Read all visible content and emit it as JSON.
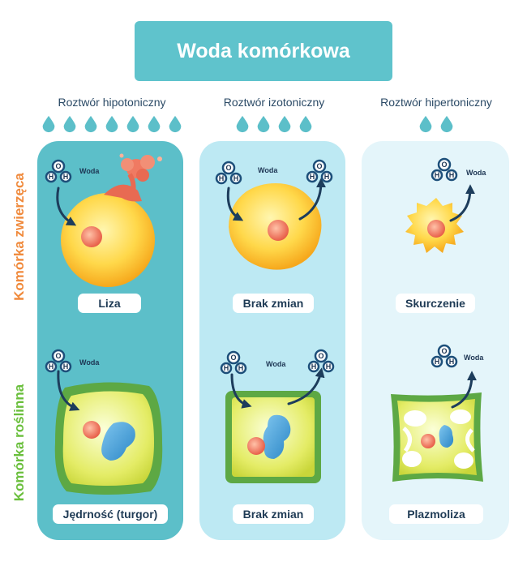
{
  "title": "Woda komórkowa",
  "columns": [
    {
      "heading": "Roztwór hipotoniczny",
      "drops": 7,
      "animal_label": "Liza",
      "plant_label": "Jędrność (turgor)"
    },
    {
      "heading": "Roztwór izotoniczny",
      "drops": 4,
      "animal_label": "Brak zmian",
      "plant_label": "Brak zmian"
    },
    {
      "heading": "Roztwór hipertoniczny",
      "drops": 2,
      "animal_label": "Skurczenie",
      "plant_label": "Plazmoliza"
    }
  ],
  "rows": {
    "animal": "Komórka zwierzęca",
    "plant": "Komórka roślinna"
  },
  "molecule": {
    "label": "Woda",
    "oxygen": "O",
    "hydrogen": "H"
  },
  "colors": {
    "title_bg": "#5fc3cc",
    "panel_hypotonic": "#5cbfc9",
    "panel_isotonic": "#bde9f3",
    "panel_hypertonic": "#e4f5fa",
    "drop": "#5cbfc9",
    "animal_row_label": "#f08a3c",
    "plant_row_label": "#6abf3c",
    "arrow": "#1d3d5c"
  }
}
